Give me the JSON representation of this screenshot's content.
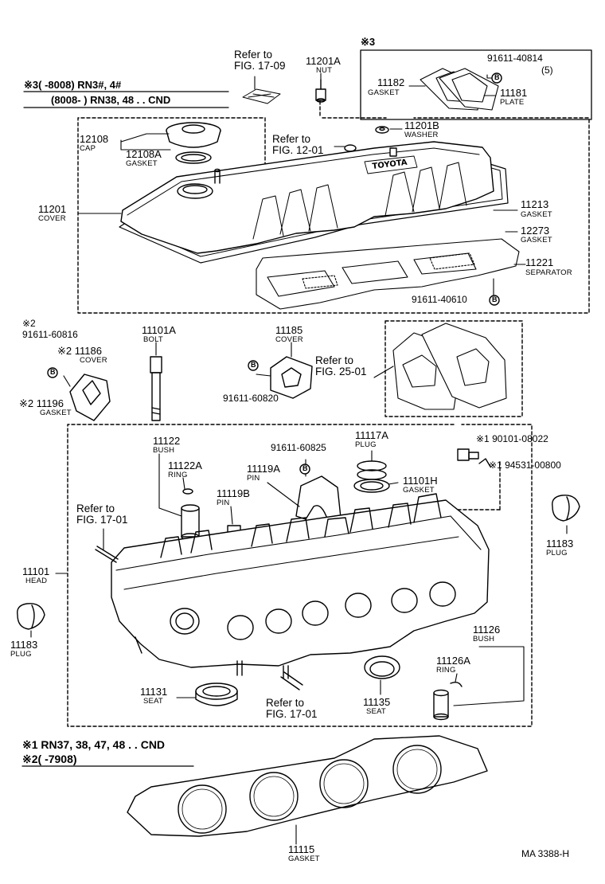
{
  "header_notes": {
    "note3_line1": "※3(     -8008) RN3#, 4#",
    "note3_line2": "(8008-        ) RN38, 48 . . CND",
    "box3_mark": "※3"
  },
  "refs": {
    "ref_17_09": "Refer to\nFIG. 17-09",
    "ref_12_01": "Refer to\nFIG. 12-01",
    "ref_25_01": "Refer to\nFIG. 25-01",
    "ref_17_01_a": "Refer to\nFIG. 17-01",
    "ref_17_01_b": "Refer to\nFIG. 17-01"
  },
  "parts": {
    "p11201A": {
      "num": "11201A",
      "name": "NUT"
    },
    "p91611_40814": {
      "num": "91611-40814",
      "qty": "(5)"
    },
    "p11182": {
      "num": "11182",
      "name": "GASKET"
    },
    "p11181": {
      "num": "11181",
      "name": "PLATE"
    },
    "p12108": {
      "num": "12108",
      "name": "CAP"
    },
    "p12108A": {
      "num": "12108A",
      "name": "GASKET"
    },
    "p11201B": {
      "num": "11201B",
      "name": "WASHER"
    },
    "p11201": {
      "num": "11201",
      "name": "COVER"
    },
    "p11213": {
      "num": "11213",
      "name": "GASKET"
    },
    "p12273": {
      "num": "12273",
      "name": "GASKET"
    },
    "p11221": {
      "num": "11221",
      "name": "SEPARATOR"
    },
    "p91611_40610": {
      "num": "91611-40610"
    },
    "p91611_60816": {
      "num": "※2\n91611-60816"
    },
    "p11186": {
      "num": "※2 11186",
      "name": "COVER"
    },
    "p11196": {
      "num": "※2 11196",
      "name": "GASKET"
    },
    "p11101A": {
      "num": "11101A",
      "name": "BOLT"
    },
    "p11185": {
      "num": "11185",
      "name": "COVER"
    },
    "p91611_60820": {
      "num": "91611-60820"
    },
    "p11122": {
      "num": "11122",
      "name": "BUSH"
    },
    "p11122A": {
      "num": "11122A",
      "name": "RING"
    },
    "p91611_60825": {
      "num": "91611-60825"
    },
    "p11117A": {
      "num": "11117A",
      "name": "PLUG"
    },
    "p11101H": {
      "num": "11101H",
      "name": "GASKET"
    },
    "p90101_08022": {
      "num": "※1 90101-08022"
    },
    "p94531_00800": {
      "num": "※1 94531-00800"
    },
    "p11119A": {
      "num": "11119A",
      "name": "PIN"
    },
    "p11119B": {
      "num": "11119B",
      "name": "PIN"
    },
    "p11183_r": {
      "num": "11183",
      "name": "PLUG"
    },
    "p11101": {
      "num": "11101",
      "name": "HEAD"
    },
    "p11183_l": {
      "num": "11183",
      "name": "PLUG"
    },
    "p11126": {
      "num": "11126",
      "name": "BUSH"
    },
    "p11126A": {
      "num": "11126A",
      "name": "RING"
    },
    "p11131": {
      "num": "11131",
      "name": "SEAT"
    },
    "p11135": {
      "num": "11135",
      "name": "SEAT"
    },
    "p11115": {
      "num": "11115",
      "name": "GASKET"
    }
  },
  "footer_notes": {
    "note1": "※1 RN37, 38, 47, 48 . . CND",
    "note2": "※2(     -7908)"
  },
  "bolt_marker": "B",
  "figure_code": "MA  3388-H"
}
